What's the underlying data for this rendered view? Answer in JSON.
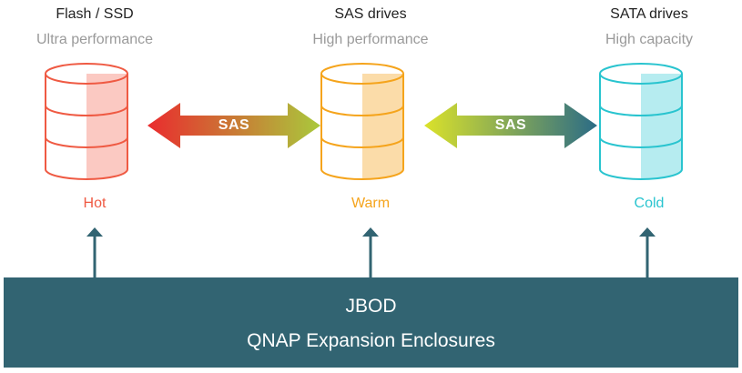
{
  "tiers": [
    {
      "name": "Flash / SSD",
      "description": "Ultra performance",
      "temperature": "Hot",
      "color": "#ef5a43",
      "fill": "#fbc9c2"
    },
    {
      "name": "SAS drives",
      "description": "High performance",
      "temperature": "Warm",
      "color": "#f5a41c",
      "fill": "#fbdca9"
    },
    {
      "name": "SATA drives",
      "description": "High capacity",
      "temperature": "Cold",
      "color": "#29c4cf",
      "fill": "#b6ecf0"
    }
  ],
  "links": [
    {
      "label": "SAS",
      "gradient_start": "#ea2b2e",
      "gradient_end": "#a9c93c"
    },
    {
      "label": "SAS",
      "gradient_start": "#dbe22a",
      "gradient_end": "#2b6c86"
    }
  ],
  "connector_color": "#326472",
  "enclosure": {
    "title": "JBOD",
    "subtitle": "QNAP Expansion Enclosures",
    "color": "#326472"
  }
}
